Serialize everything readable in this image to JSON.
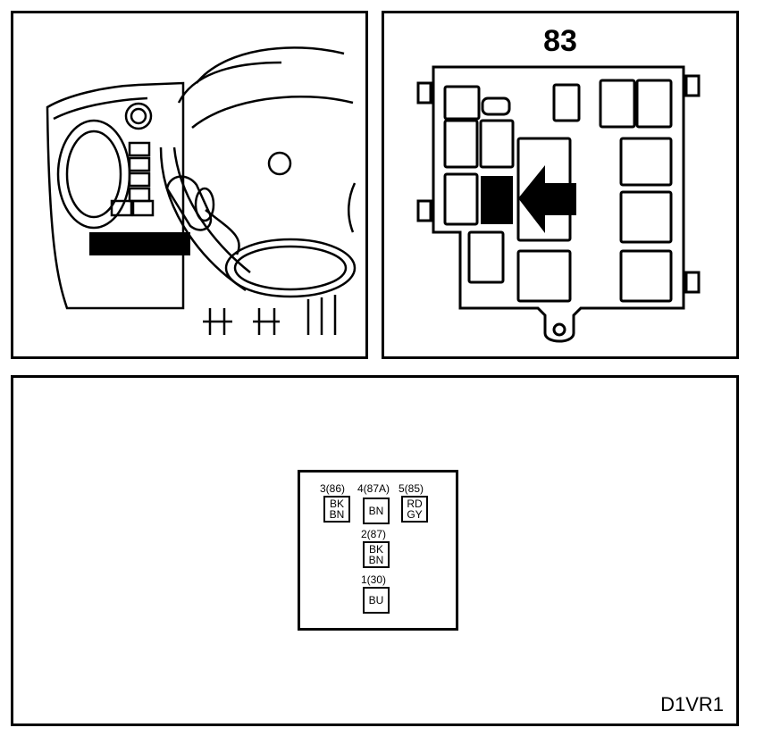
{
  "fuse_panel": {
    "location_number": "83"
  },
  "relay": {
    "pins": [
      {
        "label": "3(86)",
        "colors": [
          "BK",
          "BN"
        ]
      },
      {
        "label": "4(87A)",
        "colors": [
          "BN"
        ]
      },
      {
        "label": "5(85)",
        "colors": [
          "RD",
          "GY"
        ]
      },
      {
        "label": "2(87)",
        "colors": [
          "BK",
          "BN"
        ]
      },
      {
        "label": "1(30)",
        "colors": [
          "BU"
        ]
      }
    ]
  },
  "diagram_code": "D1VR1"
}
